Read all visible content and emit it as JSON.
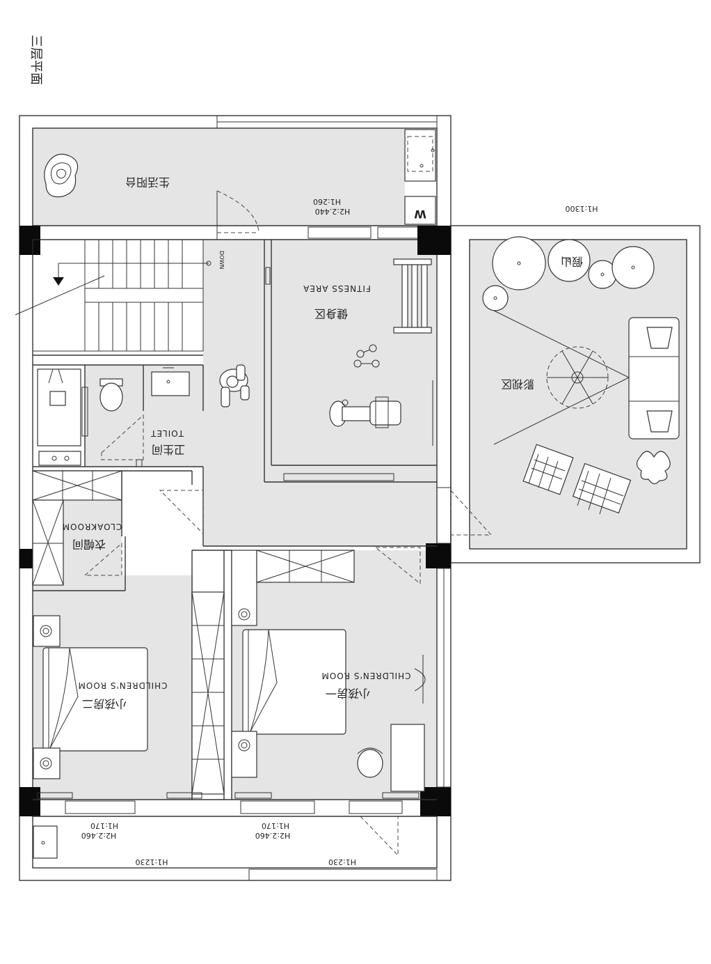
{
  "plan_title": "三层平面",
  "rooms": {
    "balcony": "生活阳台",
    "fitness_cn": "健身区",
    "fitness_en": "FITNESS AREA",
    "toilet_cn": "卫生间",
    "toilet_en": "TOILET",
    "cloak_cn": "衣帽间",
    "cloak_en": "CLOAKROOM",
    "child1_cn": "小孩房一",
    "child1_en": "CHILDREN'S ROOM",
    "child2_cn": "小孩房二",
    "child2_en": "CHILDREN'S ROOM",
    "viewing": "影视区",
    "rockery": "假山"
  },
  "labels": {
    "down": "DOWN",
    "washer": "W",
    "balcony_h2": "H2:2.440",
    "balcony_h1": "H1:260",
    "terrace_h1": "H1:1300",
    "bottom_left_h2": "H2:2.460",
    "bottom_left_h1": "H1:170",
    "bottom_mid_h2": "H2:2.460",
    "bottom_mid_h1": "H1:170",
    "bottom_left_h1b": "H1:1230",
    "bottom_right_h1": "H1:230"
  }
}
